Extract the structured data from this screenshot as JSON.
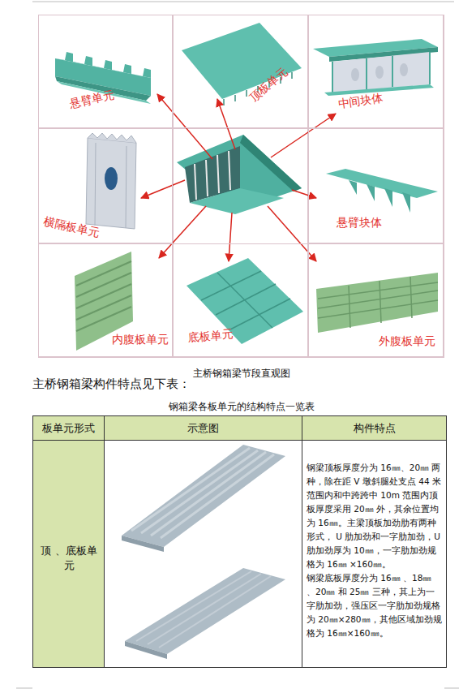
{
  "diagram": {
    "caption": "主桥钢箱梁节段直观图",
    "nodes": [
      {
        "text": [
          "悬臂单元"
        ]
      },
      {
        "text": [
          "顶板单元"
        ]
      },
      {
        "text": [
          "中间块体"
        ]
      },
      {
        "text": [
          "横隔板单元"
        ]
      },
      {
        "text": [
          "悬臂块体"
        ]
      },
      {
        "text": [
          "内腹板单元"
        ]
      },
      {
        "text": [
          "底板单元"
        ]
      },
      {
        "text": [
          "外腹板单元"
        ]
      }
    ],
    "labels": [
      "主桥钢箱梁构件特点见下表：",
      "钢箱梁各板单元的结构特点一览表",
      "板单元形式",
      "示意图",
      "构件特点",
      "顶 、底板单元",
      "钢梁顶板厚度分为 16㎜、20㎜ 两种，除在距 V 墩斜腿处支点 44 米范围内和中跨跨中 10m 范围内顶板厚度采用 20㎜ 外，其余位置均为 16㎜。主梁顶板加劲肋有两种形式， U 肋加劲和一字肋加劲，U 肋加劲厚为 10㎜，一字肋加劲规格为 16㎜ ×160㎜。",
      "钢梁底板厚度分为 16㎜ 、18㎜ 、20㎜ 和 25㎜ 三种，其上为一字肋加劲，强压区一字肋加劲规格为 20㎜×280㎜，其他区域加劲规格为 16㎜×160㎜。"
    ]
  }
}
